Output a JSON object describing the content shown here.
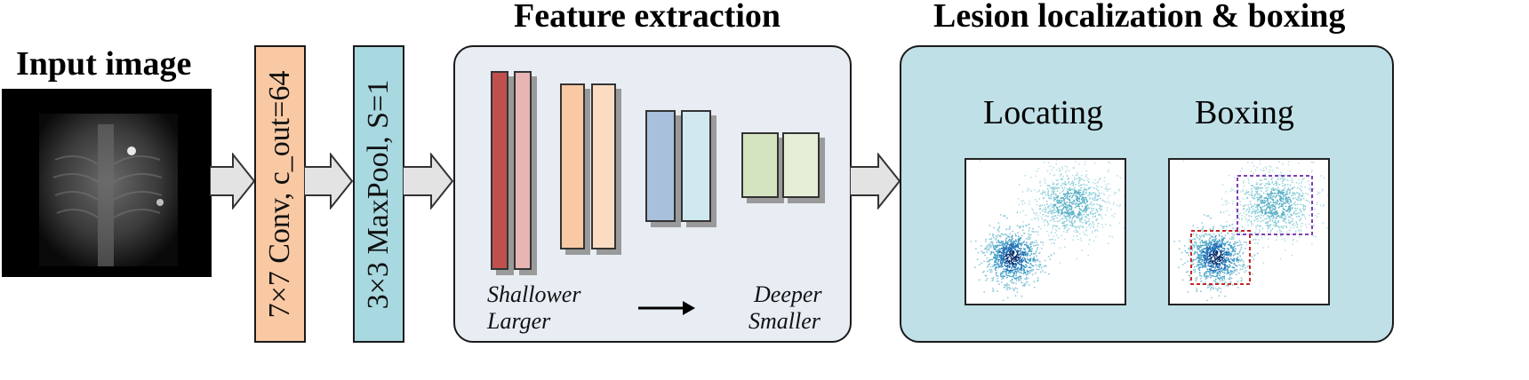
{
  "input": {
    "title": "Input image"
  },
  "conv_box": {
    "label": "7×7 Conv, c_out=64",
    "color": "#f9c9a4"
  },
  "pool_box": {
    "label": "3×3 MaxPool,  S=1",
    "color": "#a8d8e0"
  },
  "feature": {
    "title": "Feature extraction",
    "left_label_1": "Shallower",
    "left_label_2": "Larger",
    "right_label_1": "Deeper",
    "right_label_2": "Smaller",
    "panel_color": "#e8edf4"
  },
  "localization": {
    "title": "Lesion localization & boxing",
    "locating_label": "Locating",
    "boxing_label": "Boxing",
    "panel_color": "#bfe0e6"
  }
}
